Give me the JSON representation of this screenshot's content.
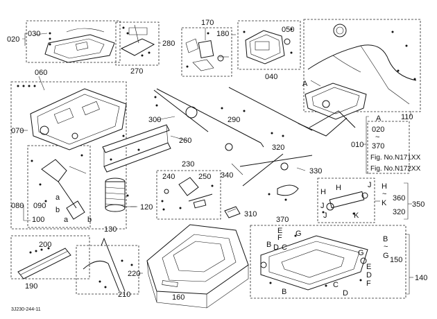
{
  "figure_code": "3J230-244-11",
  "callouts": {
    "c010": "010",
    "c020": "020",
    "c030": "030",
    "c040": "040",
    "c050": "050",
    "c060": "060",
    "c070": "070",
    "c080": "080",
    "c090": "090",
    "c100": "100",
    "c110": "110",
    "c120": "120",
    "c130": "130",
    "c140": "140",
    "c150": "150",
    "c160": "160",
    "c170": "170",
    "c180": "180",
    "c190": "190",
    "c200": "200",
    "c210": "210",
    "c220": "220",
    "c230": "230",
    "c240": "240",
    "c250": "250",
    "c260": "260",
    "c270": "270",
    "c280": "280",
    "c290": "290",
    "c300": "300",
    "c310": "310",
    "c320a": "320",
    "c320b": "320",
    "c330": "330",
    "c340": "340",
    "c350": "350",
    "c360": "360",
    "c370a": "370",
    "c370b": "370"
  },
  "range_010": {
    "top": "020",
    "tilde": "~",
    "bottom": "370",
    "letter": "A",
    "fig1": "Fig. No.N171XX",
    "fig2": "Fig. No.N172XX"
  },
  "range_350": {
    "top": "H",
    "tilde": "~",
    "bottom": "K"
  },
  "range_150": {
    "top": "B",
    "tilde": "~",
    "bottom": "G"
  },
  "letters": {
    "A": "A",
    "B": "B",
    "C": "C",
    "D": "D",
    "E": "E",
    "F": "F",
    "G": "G",
    "H": "H",
    "J": "J",
    "K": "K",
    "a": "a",
    "b": "b"
  }
}
